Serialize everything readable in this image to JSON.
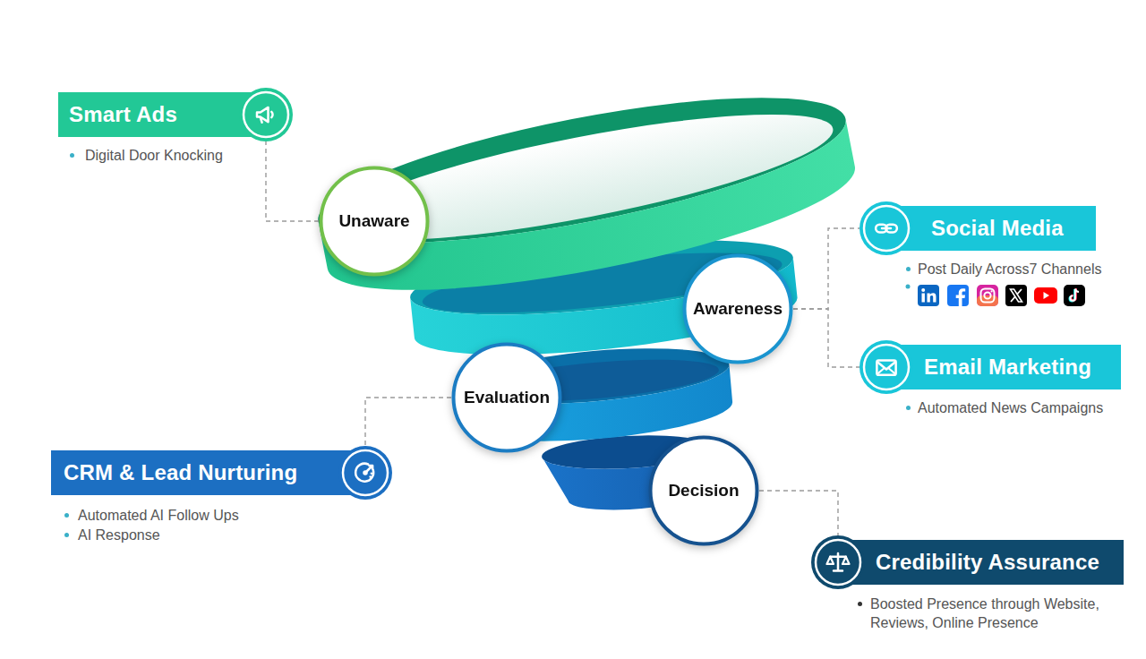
{
  "diagram": {
    "nodes": [
      {
        "text": [
          "Smart Ads",
          "Digital Door Knocking"
        ]
      },
      {
        "text": [
          "Unaware"
        ]
      },
      {
        "text": [
          "Awareness"
        ]
      },
      {
        "text": [
          "Social Media",
          "Post Daily Across7 Channels"
        ]
      },
      {
        "text": [
          "Email Marketing",
          "Automated News Campaigns"
        ]
      },
      {
        "text": [
          "Evaluation"
        ]
      },
      {
        "text": [
          "CRM & Lead Nurturing",
          "Automated AI Follow Ups",
          "AI Response"
        ]
      },
      {
        "text": [
          "Decision"
        ]
      },
      {
        "text": [
          "Credibility Assurance",
          "Boosted Presence through Website, Reviews, Online Presence"
        ]
      }
    ],
    "edges": [
      {
        "from": 1,
        "to": 0,
        "arrow": "none"
      },
      {
        "from": 2,
        "to": 3,
        "arrow": "none"
      },
      {
        "from": 2,
        "to": 4,
        "arrow": "none"
      },
      {
        "from": 5,
        "to": 6,
        "arrow": "none"
      },
      {
        "from": 7,
        "to": 8,
        "arrow": "none"
      }
    ]
  }
}
